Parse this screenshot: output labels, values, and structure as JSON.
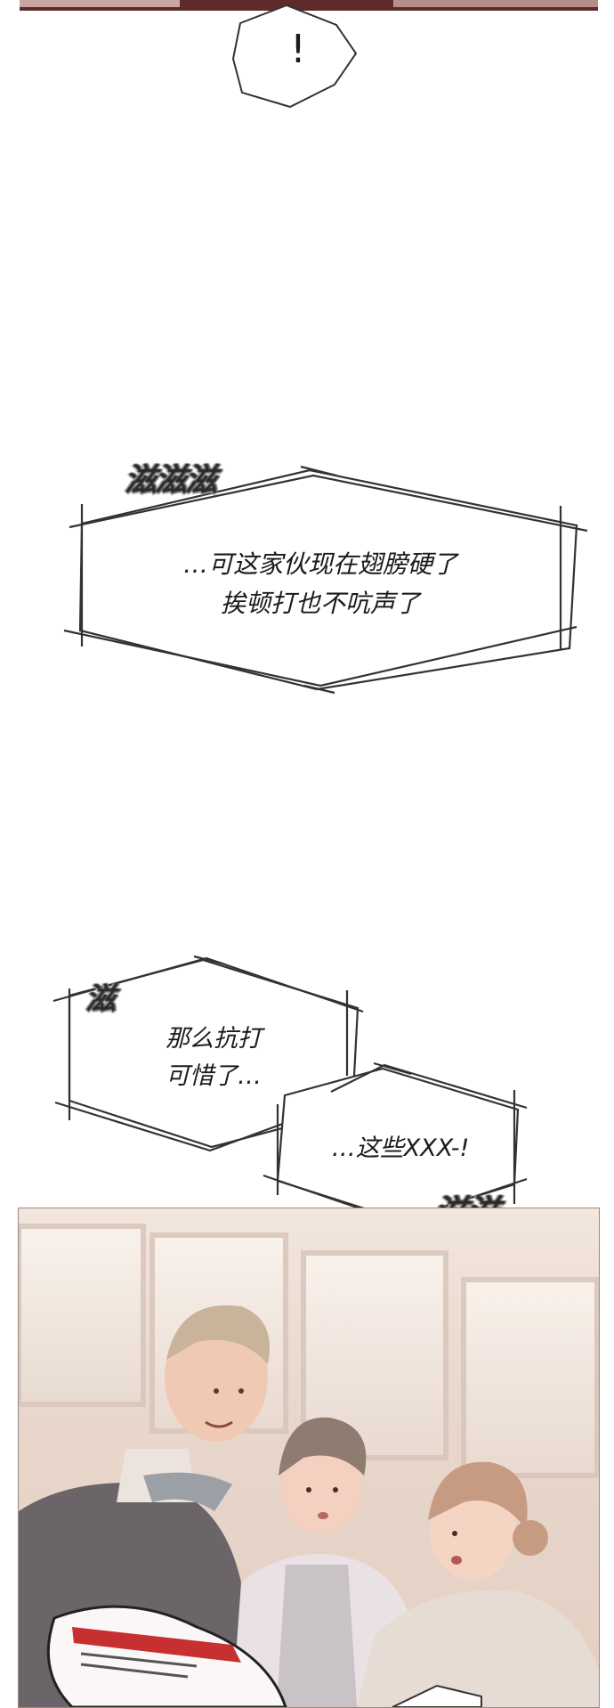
{
  "bubbles": {
    "exclaim": {
      "text": "!"
    },
    "hexagon_large": {
      "lines": [
        "…可这家伙现在翅膀硬了",
        "挨顿打也不吭声了"
      ]
    },
    "hexagon_left": {
      "lines": [
        "那么抗打",
        "可惜了…"
      ]
    },
    "hexagon_right": {
      "lines": [
        "…这些XXX-!"
      ]
    }
  },
  "sfx": {
    "top": "滋滋滋",
    "left": "滋",
    "right": "滋滋"
  },
  "colors": {
    "panel_top": "#7a3a3a",
    "panel_bottom_bg": "#efe0d6",
    "stroke": "#333333"
  }
}
